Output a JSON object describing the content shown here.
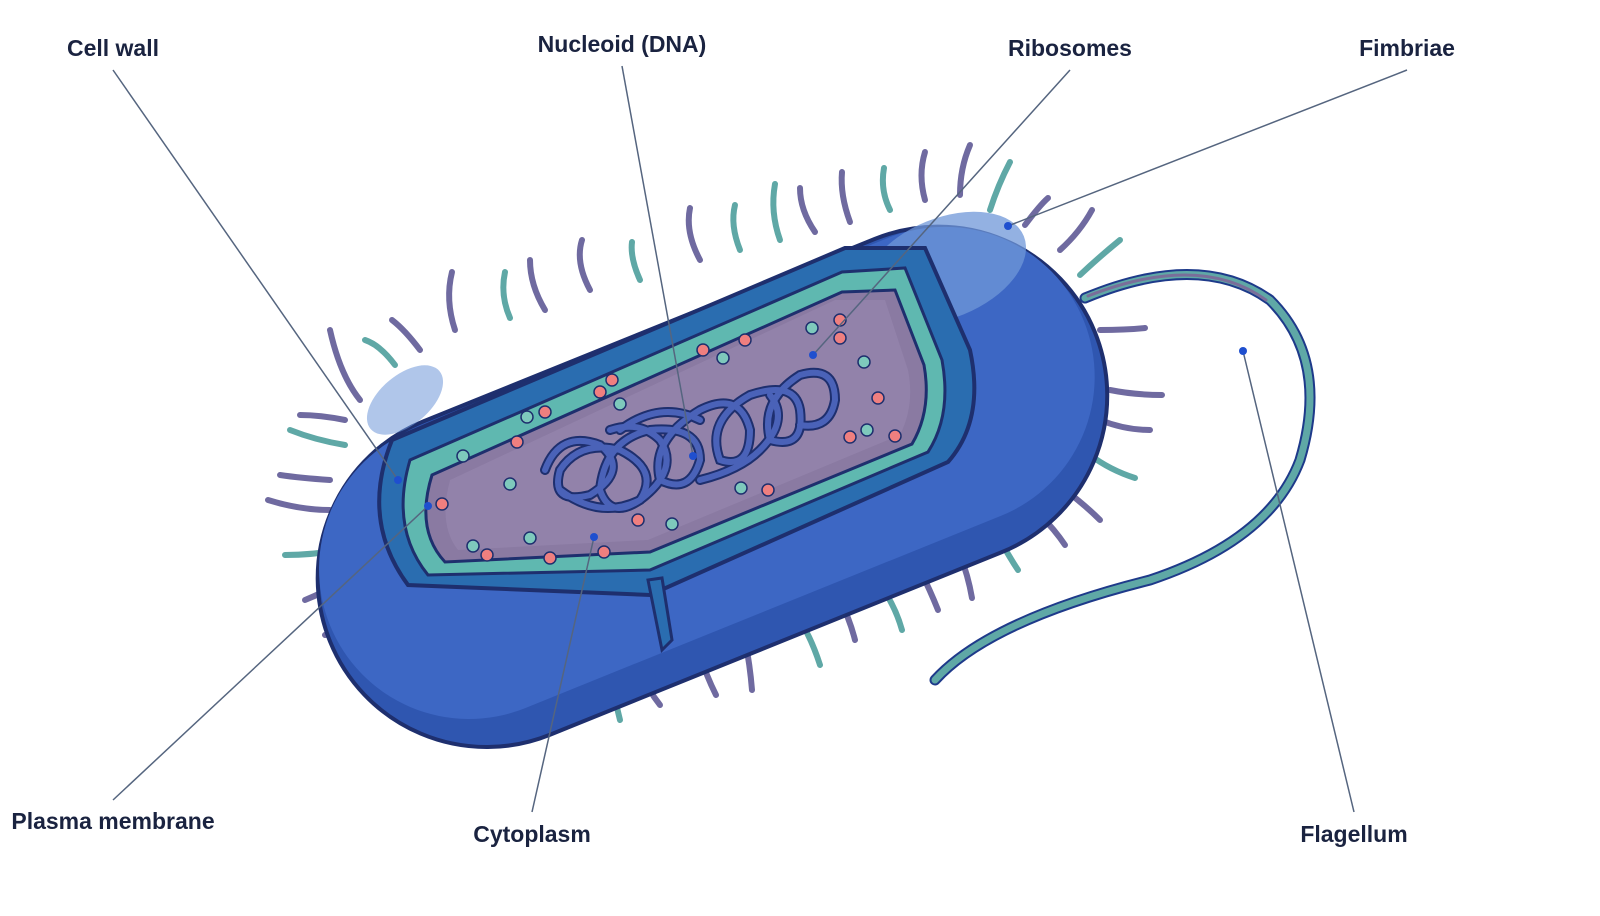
{
  "labels": {
    "cell_wall": "Cell wall",
    "nucleoid": "Nucleoid (DNA)",
    "ribosomes": "Ribosomes",
    "fimbriae": "Fimbriae",
    "plasma_membrane": "Plasma membrane",
    "cytoplasm": "Cytoplasm",
    "flagellum": "Flagellum"
  },
  "colors": {
    "cell_body": "#3d67c4",
    "cell_wall_edge": "#1e3a8a",
    "membrane": "#5fb8b0",
    "cytoplasm": "#8a7aa2",
    "dna": "#4257a8",
    "ribosome_red": "#ef7f7f",
    "ribosome_teal": "#7ec9bc",
    "fimbria_purple": "#6f6aa0",
    "fimbria_teal": "#5fa8a6",
    "leader_line": "#55657f",
    "label_text": "#1a2340"
  }
}
